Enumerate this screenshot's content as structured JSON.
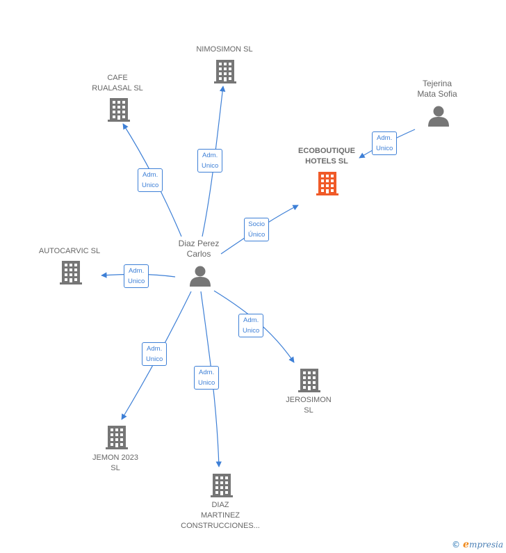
{
  "colors": {
    "edge": "#3d7fd6",
    "company": "#767676",
    "main_company": "#f05a28",
    "person": "#767676"
  },
  "center_person": {
    "name_line1": "Diaz Perez",
    "name_line2": "Carlos",
    "icon": "person-icon"
  },
  "other_person": {
    "name_line1": "Tejerina",
    "name_line2": "Mata Sofia",
    "icon": "person-icon"
  },
  "main_company": {
    "line1": "ECOBOUTIQUE",
    "line2": "HOTELS  SL",
    "icon": "building-icon"
  },
  "companies": {
    "nimosimon": {
      "line1": "NIMOSIMON SL"
    },
    "cafe": {
      "line1": "CAFE",
      "line2": "RUALASAL  SL"
    },
    "autocarvic": {
      "line1": "AUTOCARVIC SL"
    },
    "jerosimon": {
      "line1": "JEROSIMON",
      "line2": "SL"
    },
    "jemon": {
      "line1": "JEMON 2023",
      "line2": "SL"
    },
    "diaz": {
      "line1": "DIAZ",
      "line2": "MARTINEZ",
      "line3": "CONSTRUCCIONES..."
    }
  },
  "edges": {
    "tejerina_main": {
      "line1": "Adm.",
      "line2": "Unico"
    },
    "center_main": {
      "line1": "Socio",
      "line2": "Único"
    },
    "center_nimosimon": {
      "line1": "Adm.",
      "line2": "Unico"
    },
    "center_cafe": {
      "line1": "Adm.",
      "line2": "Unico"
    },
    "center_autocarvic": {
      "line1": "Adm.",
      "line2": "Unico"
    },
    "center_jerosimon": {
      "line1": "Adm.",
      "line2": "Unico"
    },
    "center_jemon": {
      "line1": "Adm.",
      "line2": "Unico"
    },
    "center_diaz": {
      "line1": "Adm.",
      "line2": "Unico"
    }
  },
  "footer": {
    "copyright": "©",
    "brand_initial": "e",
    "brand_rest": "mpresia"
  }
}
